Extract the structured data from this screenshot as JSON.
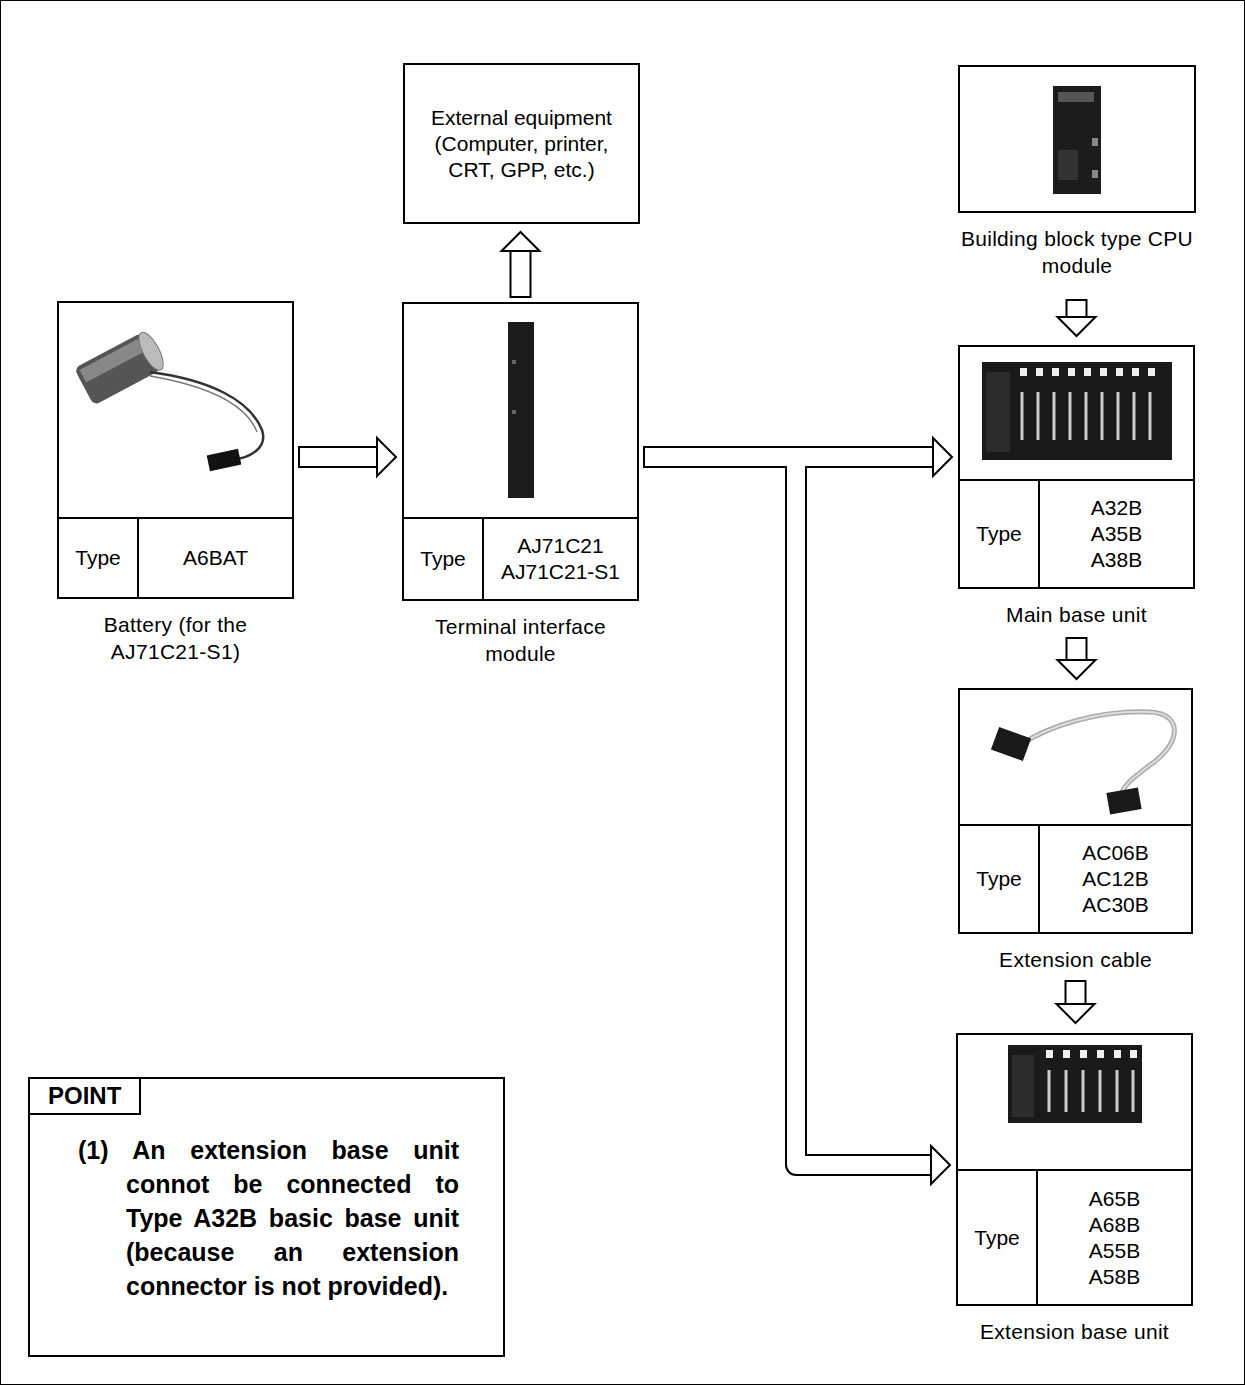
{
  "diagram": {
    "nodes": [
      {
        "text": [
          "External equipment (Computer, printer, CRT, GPP, etc.)"
        ]
      },
      {
        "text": [
          "Building block type CPU module"
        ]
      },
      {
        "text": [
          "Type",
          "A6BAT",
          "Battery (for the AJ71C21-S1)"
        ]
      },
      {
        "text": [
          "Type",
          "AJ71C21",
          "AJ71C21-S1",
          "Terminal interface module"
        ]
      },
      {
        "text": [
          "Type",
          "A32B",
          "A35B",
          "A38B",
          "Main base unit"
        ]
      },
      {
        "text": [
          "Type",
          "AC06B",
          "AC12B",
          "AC30B",
          "Extension cable"
        ]
      },
      {
        "text": [
          "Type",
          "A65B",
          "A68B",
          "A55B",
          "A58B",
          "Extension base unit"
        ]
      },
      {
        "text": [
          "POINT",
          "(1) An extension base unit connot be connected to Type A32B basic base unit (because an extension connector is not provided)."
        ]
      }
    ],
    "edges": [
      {
        "from": 2,
        "to": 3,
        "arrow": "to"
      },
      {
        "from": 3,
        "to": 0,
        "arrow": "to"
      },
      {
        "from": 1,
        "to": 4,
        "arrow": "to"
      },
      {
        "from": 3,
        "to": 4,
        "arrow": "to"
      },
      {
        "from": 3,
        "to": 6,
        "arrow": "to"
      },
      {
        "from": 4,
        "to": 5,
        "arrow": "to"
      },
      {
        "from": 5,
        "to": 6,
        "arrow": "to"
      }
    ]
  }
}
